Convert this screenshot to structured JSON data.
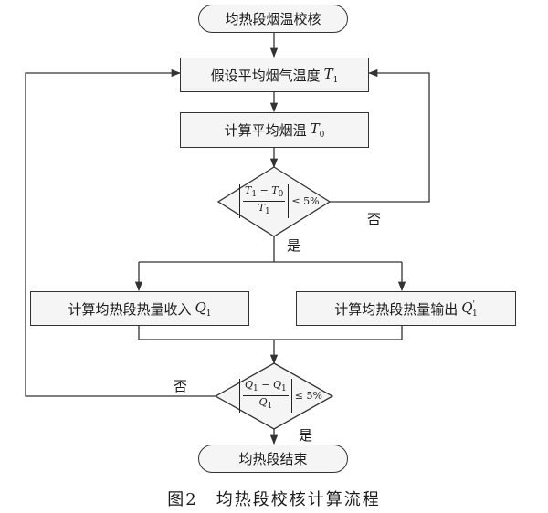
{
  "flowchart": {
    "start": "均热段烟温校核",
    "assume": {
      "text": "假设平均烟气温度",
      "var": "T",
      "sub": "1"
    },
    "compute_temp": {
      "text": "计算平均烟温",
      "var": "T",
      "sub": "0"
    },
    "check1": {
      "num_a": "T",
      "num_a_sub": "1",
      "minus": " − ",
      "num_b": "T",
      "num_b_sub": "0",
      "den": "T",
      "den_sub": "1",
      "rhs": "≤ 5%"
    },
    "yes1": "是",
    "no1": "否",
    "heat_in": {
      "text": "计算均热段热量收入",
      "var": "Q",
      "sub": "1"
    },
    "heat_out": {
      "text": "计算均热段热量输出",
      "var": "Q",
      "sub": "1",
      "prime": "'"
    },
    "check2": {
      "num_a": "Q",
      "num_a_sub": "1",
      "minus": " − ",
      "num_b": "Q",
      "num_b_sub": "1",
      "den": "Q",
      "den_sub": "1",
      "rhs": "≤ 5%"
    },
    "yes2": "是",
    "no2": "否",
    "end": "均热段结束"
  },
  "caption": "图2　均热段校核计算流程"
}
